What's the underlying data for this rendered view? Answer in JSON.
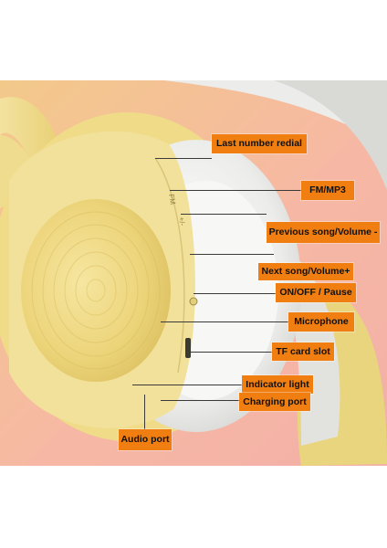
{
  "product": "headphones",
  "colors": {
    "callout_background": "#f07e10",
    "callout_text": "#111111",
    "earcup_yellow": "#f1df8a",
    "cushion_white": "#f2f2f0"
  },
  "callouts": [
    {
      "id": "last-number-redial",
      "label": "Last number redial"
    },
    {
      "id": "fm-mp3",
      "label": "FM/MP3"
    },
    {
      "id": "previous-song-volume-down",
      "label": "Previous song/Volume -"
    },
    {
      "id": "next-song-volume-up",
      "label": "Next song/Volume+"
    },
    {
      "id": "on-off-pause",
      "label": "ON/OFF / Pause"
    },
    {
      "id": "microphone",
      "label": "Microphone"
    },
    {
      "id": "tf-card-slot",
      "label": "TF card slot"
    },
    {
      "id": "indicator-light",
      "label": "Indicator light"
    },
    {
      "id": "charging-port",
      "label": "Charging port"
    },
    {
      "id": "audio-port",
      "label": "Audio port"
    }
  ]
}
